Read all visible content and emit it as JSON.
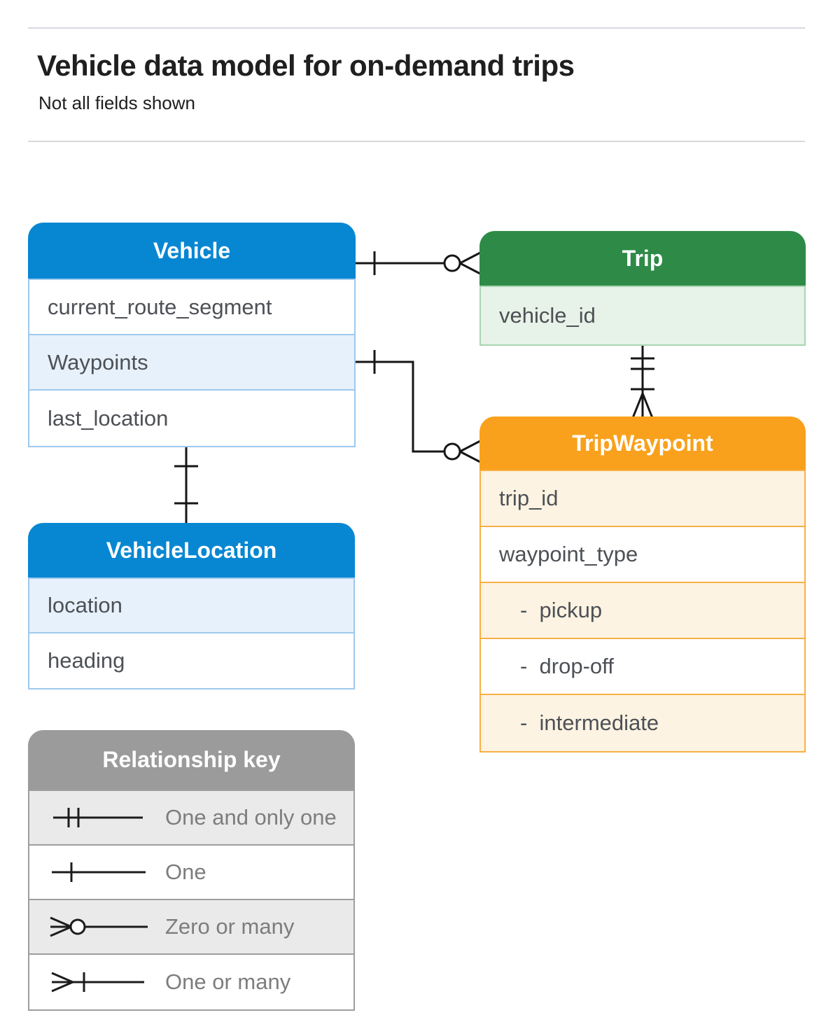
{
  "page": {
    "title": "Vehicle data model for on-demand trips",
    "subtitle": "Not all fields shown"
  },
  "colors": {
    "blue_header": "#0787d2",
    "blue_row": "#e7f1fb",
    "blue_border": "#9ec9ed",
    "green_header": "#2e8b47",
    "green_row": "#e7f2e8",
    "green_border": "#a9d4b1",
    "orange_header": "#f9a11c",
    "orange_row": "#fdf3e2",
    "orange_border": "#f8b045",
    "gray_header": "#9b9b9b",
    "gray_row": "#eaeaea",
    "gray_border": "#9e9e9e",
    "connector_line": "#161616",
    "field_text": "#4d5156",
    "key_text": "#7d7d7d"
  },
  "tables": {
    "vehicle": {
      "title": "Vehicle",
      "rows": [
        {
          "label": "current_route_segment"
        },
        {
          "label": "Waypoints"
        },
        {
          "label": "last_location"
        }
      ]
    },
    "trip": {
      "title": "Trip",
      "rows": [
        {
          "label": "vehicle_id"
        }
      ]
    },
    "trip_waypoint": {
      "title": "TripWaypoint",
      "rows": [
        {
          "label": "trip_id"
        },
        {
          "label": "waypoint_type"
        },
        {
          "label": "-  pickup"
        },
        {
          "label": "-  drop-off"
        },
        {
          "label": "-  intermediate"
        }
      ]
    },
    "vehicle_location": {
      "title": "VehicleLocation",
      "rows": [
        {
          "label": "location"
        },
        {
          "label": "heading"
        }
      ]
    }
  },
  "legend": {
    "title": "Relationship key",
    "items": [
      {
        "icon": "one-and-only-one",
        "label": "One and only one"
      },
      {
        "icon": "one",
        "label": "One"
      },
      {
        "icon": "zero-or-many",
        "label": "Zero or many"
      },
      {
        "icon": "one-or-many",
        "label": "One or many"
      }
    ]
  },
  "relationships": [
    {
      "from": "Vehicle",
      "to": "Trip",
      "from_cardinality": "one",
      "to_cardinality": "zero-or-many"
    },
    {
      "from": "Vehicle.Waypoints",
      "to": "TripWaypoint",
      "from_cardinality": "one",
      "to_cardinality": "zero-or-many"
    },
    {
      "from": "Trip",
      "to": "TripWaypoint",
      "from_cardinality": "one-and-only-one",
      "to_cardinality": "one-or-many"
    },
    {
      "from": "Vehicle",
      "to": "VehicleLocation",
      "from_cardinality": "one",
      "to_cardinality": "one"
    }
  ]
}
